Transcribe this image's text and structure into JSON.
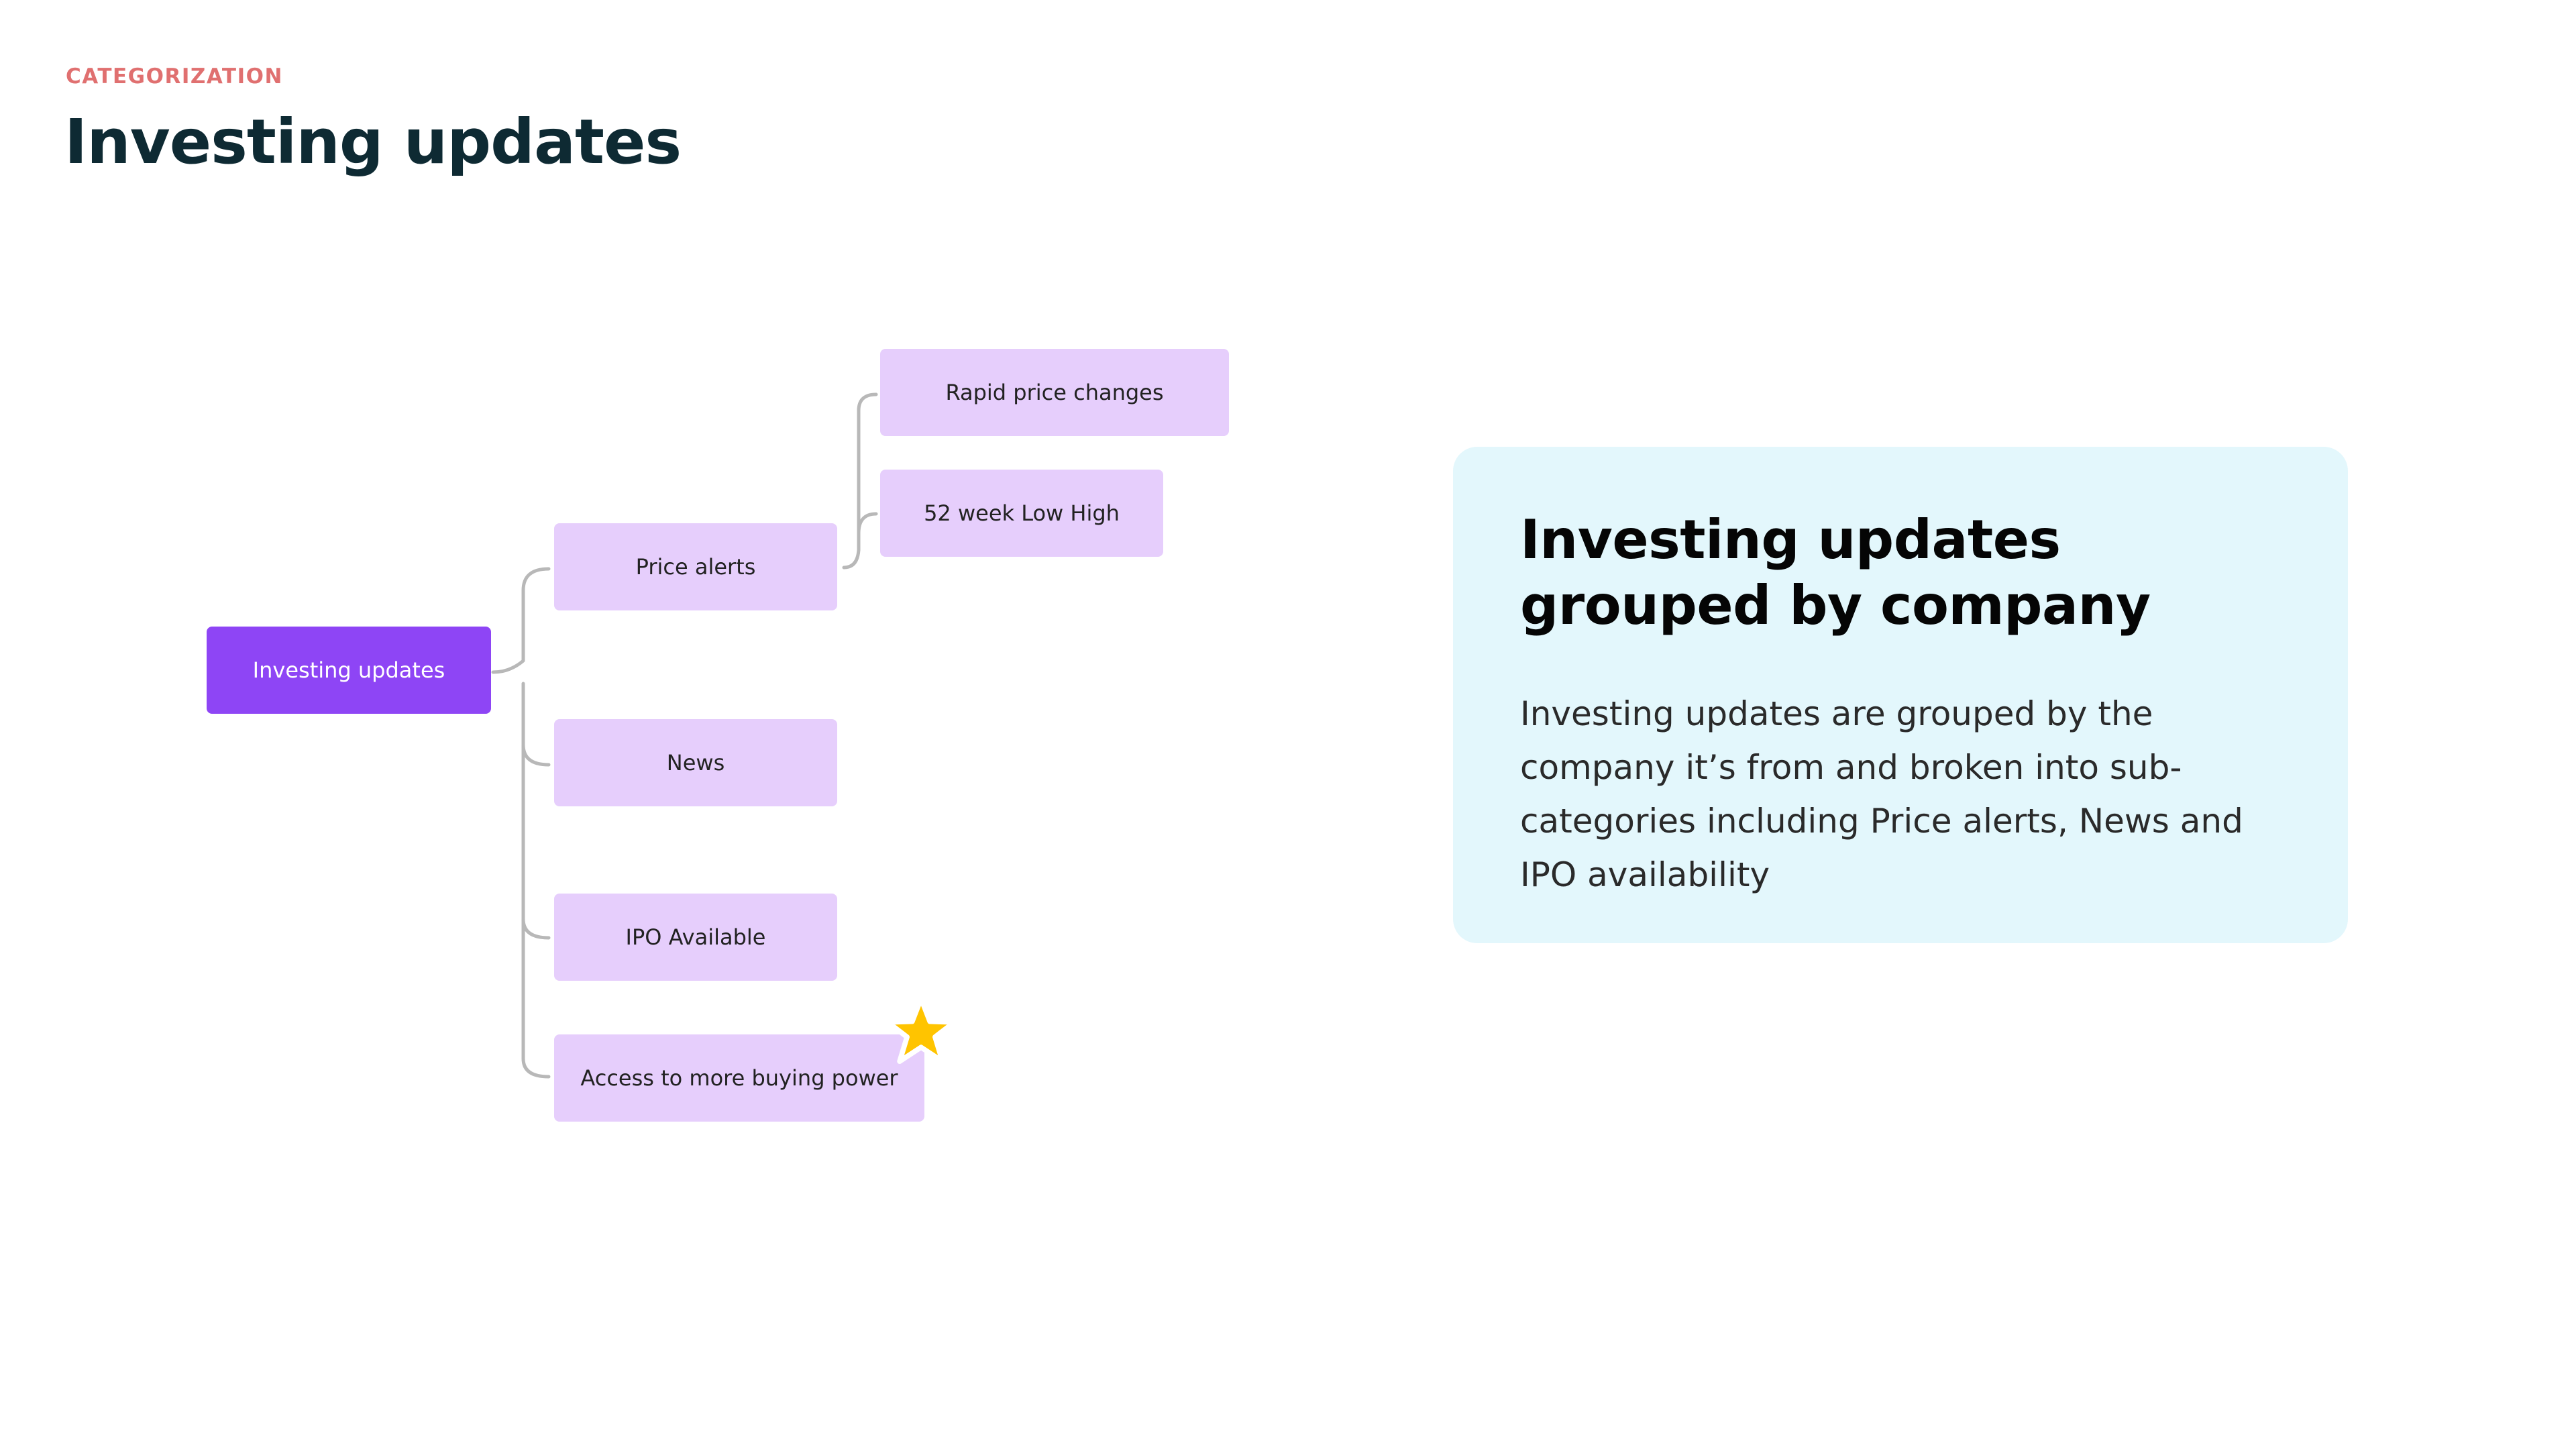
{
  "header": {
    "eyebrow": "CATEGORIZATION",
    "title": "Investing updates"
  },
  "diagram": {
    "root": {
      "label": "Investing updates"
    },
    "children": [
      {
        "label": "Price alerts",
        "children": [
          {
            "label": "Rapid price changes"
          },
          {
            "label": "52 week Low High"
          }
        ]
      },
      {
        "label": "News"
      },
      {
        "label": "IPO Available"
      },
      {
        "label": "Access to more buying power",
        "icon": "star-icon"
      }
    ],
    "colors": {
      "root_fill": "#8e45f5",
      "node_fill": "#e6cefc",
      "connector": "#b8b8b8",
      "star": "#ffc400"
    }
  },
  "info_card": {
    "heading": "Investing updates grouped by company",
    "body": "Investing updates are grouped by the company it’s from and broken into sub-categories including Price alerts, News and IPO availability",
    "background": "#e3f7fc"
  }
}
